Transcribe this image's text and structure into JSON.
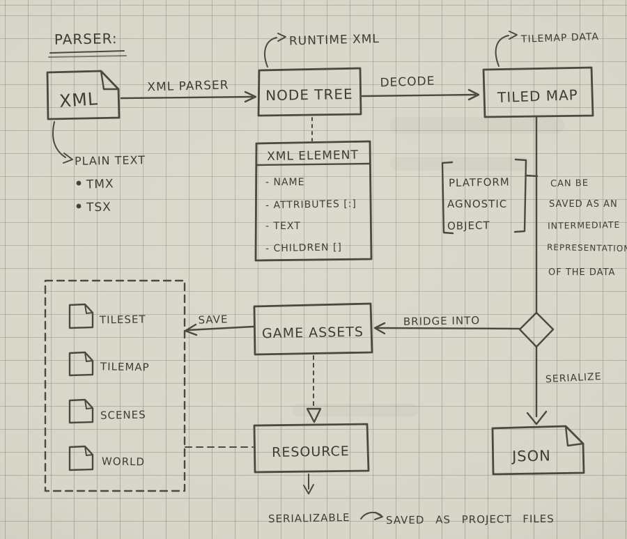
{
  "diagram_title": "PARSER:",
  "colors": {
    "paper": "#d8d5c9",
    "grid": "#a8a69b",
    "ink": "#4a4840"
  },
  "nodes": {
    "xml": {
      "label": "XML"
    },
    "node_tree": {
      "label": "NODE TREE"
    },
    "tiled_map": {
      "label": "TILED MAP"
    },
    "xml_element": {
      "title": "XML ELEMENT",
      "fields": [
        "- NAME",
        "- ATTRIBUTES [:]",
        "- TEXT",
        "- CHILDREN []"
      ]
    },
    "game_assets": {
      "label": "GAME ASSETS"
    },
    "resource": {
      "label": "RESOURCE"
    },
    "json": {
      "label": "JSON"
    }
  },
  "edges": {
    "xml_parser": "XML PARSER",
    "decode": "DECODE",
    "save": "SAVE",
    "bridge_into": "BRIDGE INTO",
    "serialize": "SERIALIZE"
  },
  "annotations": {
    "runtime_xml": "RUNTIME XML",
    "tilemap_data": "TILEMAP DATA",
    "plain_text": "PLAIN TEXT",
    "formats": [
      "TMX",
      "TSX"
    ],
    "platform_agnostic": [
      "PLATFORM",
      "AGNOSTIC",
      "OBJECT"
    ],
    "intermediate_note": [
      "CAN BE",
      "SAVED AS AN",
      "INTERMEDIATE",
      "REPRESENTATION",
      "OF THE DATA"
    ],
    "footer": {
      "left": "SERIALIZABLE",
      "right": "SAVED AS PROJECT FILES"
    }
  },
  "project_files": [
    "TILESET",
    "TILEMAP",
    "SCENES",
    "WORLD"
  ]
}
